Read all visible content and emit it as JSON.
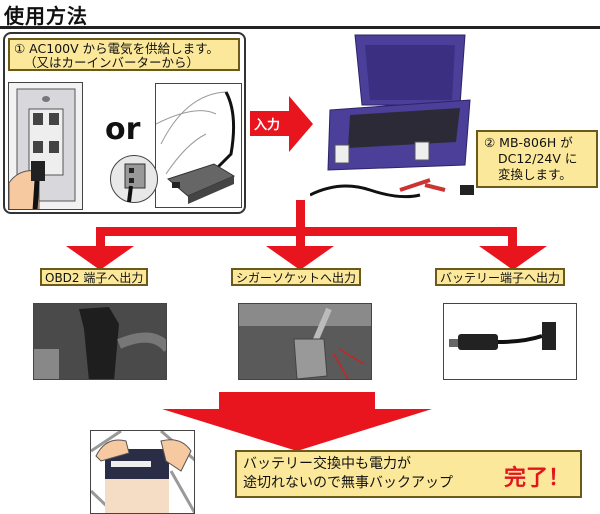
{
  "header": {
    "title": "使用方法"
  },
  "step1": {
    "label_line1": "① AC100V から電気を供給します。",
    "label_line2": "（又はカーインバーターから）",
    "or_text": "or",
    "images": [
      "wall-outlet-plug-photo",
      "car-inverter-photo"
    ]
  },
  "input_arrow": {
    "label": "入力"
  },
  "step2": {
    "label_line1": "② MB-806H が",
    "label_line2": "DC12/24V に",
    "label_line3": "変換します。",
    "image": "mb-806h-case-photo"
  },
  "outputs": [
    {
      "label": "OBD2 端子へ出力",
      "image": "obd2-connector-photo"
    },
    {
      "label": "シガーソケットへ出力",
      "image": "cigar-socket-photo"
    },
    {
      "label": "バッテリー端子へ出力",
      "image": "battery-terminal-cable-photo"
    }
  ],
  "result": {
    "line1": "バッテリー交換中も電力が",
    "line2": "途切れないので無事バックアップ",
    "emphasis": "完了！",
    "image": "battery-replacement-illustration"
  },
  "colors": {
    "arrow_red": "#e8141e",
    "label_yellow": "#fbe89a",
    "case_purple": "#4b3f9a",
    "emphasis_red": "#e2141c"
  }
}
